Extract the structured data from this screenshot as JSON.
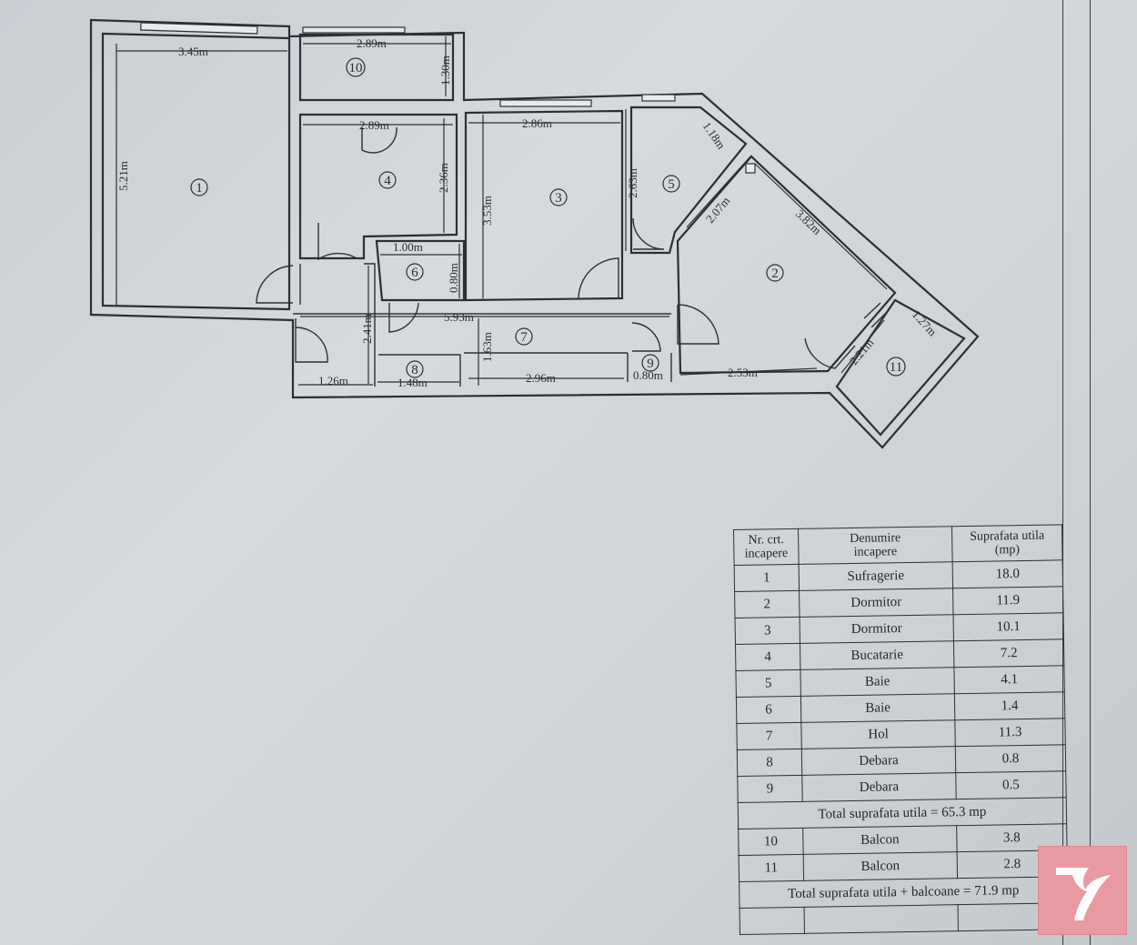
{
  "plan": {
    "room_numbers": [
      "1",
      "2",
      "3",
      "4",
      "5",
      "6",
      "7",
      "8",
      "9",
      "10",
      "11"
    ],
    "dimensions": {
      "r1_width": "3.45m",
      "r1_height": "5.21m",
      "r10_width": "2.89m",
      "r10_height": "1.30m",
      "r4_width": "2.89m",
      "r4_height": "2.36m",
      "r3_width": "2.86m",
      "r3_height": "3.53m",
      "r5_height": "2.63m",
      "r5_diag": "1.18m",
      "r2_diag_a": "2.07m",
      "r2_diag_b": "3.82m",
      "r6_width": "1.00m",
      "r6_height": "0.80m",
      "hall_width": "5.93m",
      "hall_height_a": "2.41m",
      "hall_height_b": "1.63m",
      "hall_bottom_a": "1.26m",
      "r8_width": "1.48m",
      "hall_bottom_b": "2.96m",
      "r9_width": "0.80m",
      "r2_bottom": "2.53m",
      "r11_a": "2.21m",
      "r11_b": "1.27m"
    }
  },
  "table": {
    "header": {
      "col1": "Nr. crt.\nincapere",
      "col2": "Denumire\nincapere",
      "col3": "Suprafata utila\n(mp)"
    },
    "rows": [
      {
        "nr": "1",
        "name": "Sufragerie",
        "area": "18.0"
      },
      {
        "nr": "2",
        "name": "Dormitor",
        "area": "11.9"
      },
      {
        "nr": "3",
        "name": "Dormitor",
        "area": "10.1"
      },
      {
        "nr": "4",
        "name": "Bucatarie",
        "area": "7.2"
      },
      {
        "nr": "5",
        "name": "Baie",
        "area": "4.1"
      },
      {
        "nr": "6",
        "name": "Baie",
        "area": "1.4"
      },
      {
        "nr": "7",
        "name": "Hol",
        "area": "11.3"
      },
      {
        "nr": "8",
        "name": "Debara",
        "area": "0.8"
      },
      {
        "nr": "9",
        "name": "Debara",
        "area": "0.5"
      }
    ],
    "total_util": "Total suprafata utila = 65.3 mp",
    "balcony_rows": [
      {
        "nr": "10",
        "name": "Balcon",
        "area": "3.8"
      },
      {
        "nr": "11",
        "name": "Balcon",
        "area": "2.8"
      }
    ],
    "total_all": "Total suprafata utila + balcoane = 71.9 mp"
  },
  "logo": {
    "icon": "bird-logo-icon",
    "color": "#e89aa0"
  }
}
